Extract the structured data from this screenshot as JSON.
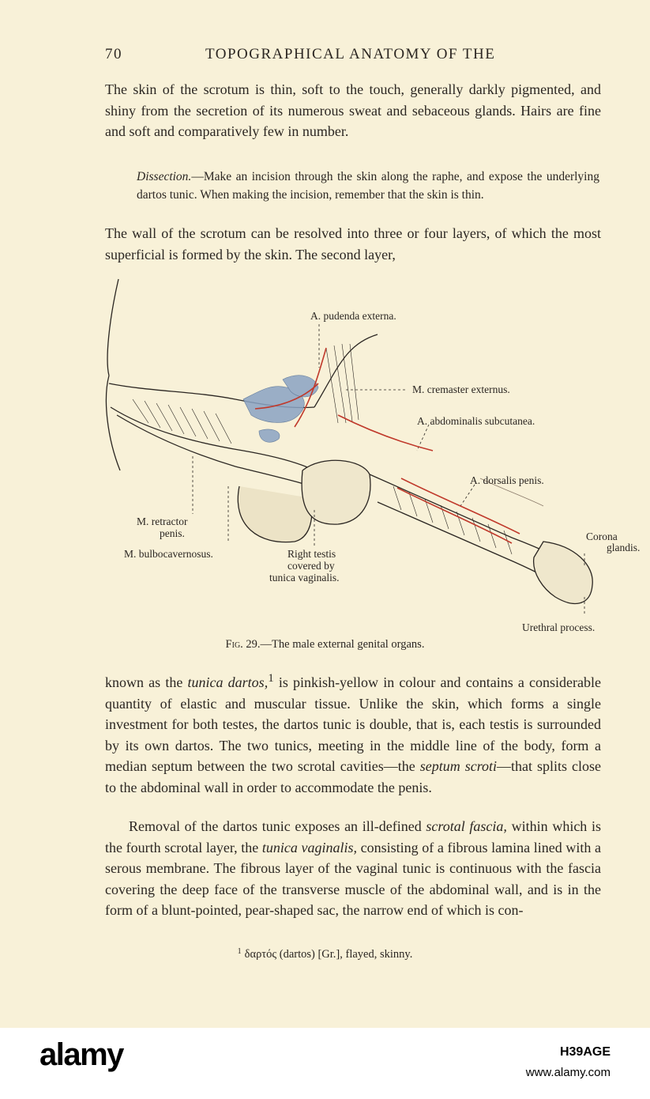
{
  "page": {
    "number": "70",
    "running_head": "TOPOGRAPHICAL ANATOMY OF THE"
  },
  "para1": "The skin of the scrotum is thin, soft to the touch, generally darkly pigmented, and shiny from the secretion of its numerous sweat and sebaceous glands. Hairs are fine and soft and comparatively few in number.",
  "dissection": {
    "label": "Dissection.",
    "text": "—Make an incision through the skin along the raphe, and expose the underlying dartos tunic. When making the incision, remember that the skin is thin."
  },
  "para2": "The wall of the scrotum can be resolved into three or four layers, of which the most superficial is formed by the skin. The second layer,",
  "figure": {
    "labels": {
      "pudenda": "A. pudenda externa.",
      "cremaster": "M. cremaster externus.",
      "abdominalis": "A. abdominalis subcutanea.",
      "dorsalis": "A. dorsalis penis.",
      "retractor_1": "M. retractor",
      "retractor_2": "penis.",
      "bulbo": "M. bulbocavernosus.",
      "testis_1": "Right testis",
      "testis_2": "covered by",
      "testis_3": "tunica vaginalis.",
      "corona_1": "Corona",
      "corona_2": "glandis.",
      "urethral": "Urethral process."
    },
    "caption_fig": "Fig. 29.",
    "caption_text": "—The male external genital organs."
  },
  "para3": {
    "a": "known as the ",
    "a_em": "tunica dartos,",
    "a_sup": "1",
    "b": " is pinkish-yellow in colour and contains a considerable quantity of elastic and muscular tissue. Unlike the skin, which forms a single investment for both testes, the dartos tunic is double, that is, each testis is surrounded by its own dartos. The two tunics, meeting in the middle line of the body, form a median septum between the two scrotal cavities—the ",
    "b_em": "septum scroti",
    "c": "—that splits close to the abdominal wall in order to accommodate the penis."
  },
  "para4": {
    "a": "Removal of the dartos tunic exposes an ill-defined ",
    "a_em": "scrotal fascia,",
    "b": " within which is the fourth scrotal layer, the ",
    "b_em": "tunica vaginalis,",
    "c": " consisting of a fibrous lamina lined with a serous membrane. The fibrous layer of the vaginal tunic is continuous with the fascia covering the deep face of the transverse muscle of the abdominal wall, and is in the form of a blunt-pointed, pear-shaped sac, the narrow end of which is con-"
  },
  "footnote": {
    "marker": "1",
    "text": "δαρτός (dartos) [Gr.], flayed, skinny."
  },
  "watermark": {
    "brand": "alamy",
    "stock_id": "H39AGE",
    "url": "www.alamy.com"
  },
  "colors": {
    "paper": "#f8f1d8",
    "ink": "#2b2622",
    "artery": "#c0392b",
    "vein": "#8aa3c4"
  }
}
